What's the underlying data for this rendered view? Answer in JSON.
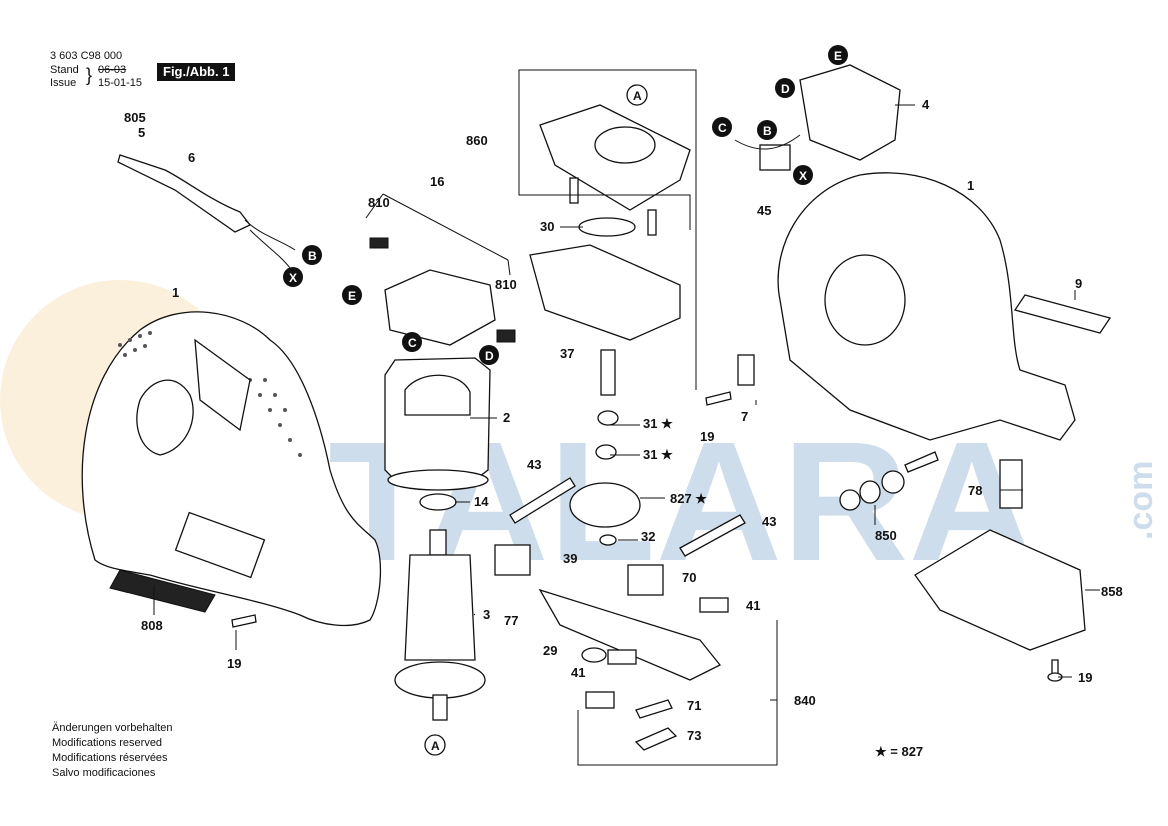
{
  "header": {
    "doc_number": "3 603 C98 000",
    "stand_label": "Stand",
    "issue_label": "Issue",
    "stand_value_struck": "06-03",
    "issue_value": "15-01-15",
    "figure_label": "Fig./Abb. 1"
  },
  "footer": {
    "lines": [
      "Änderungen vorbehalten",
      "Modifications reserved",
      "Modifications réservées",
      "Salvo modificaciones"
    ]
  },
  "legend": {
    "star_text": "★ = 827"
  },
  "watermark": {
    "main": "USTALARA",
    "suffix": ".com"
  },
  "part_labels": [
    "805",
    "5",
    "6",
    "16",
    "810",
    "810",
    "860",
    "30",
    "37",
    "1",
    "4",
    "45",
    "9",
    "2",
    "14",
    "3",
    "808",
    "19",
    "19",
    "19",
    "7",
    "31 ★",
    "31 ★",
    "827 ★",
    "43",
    "43",
    "32",
    "39",
    "70",
    "77",
    "41",
    "41",
    "29",
    "71",
    "73",
    "840",
    "78",
    "850",
    "858",
    "E",
    "D",
    "C",
    "A",
    "B",
    "X"
  ],
  "connector_markers": [
    "A",
    "B",
    "C",
    "D",
    "E",
    "X"
  ],
  "colors": {
    "ink": "#111111",
    "watermark_blue": "#a7c3dc",
    "watermark_orange": "#f3d49a"
  }
}
